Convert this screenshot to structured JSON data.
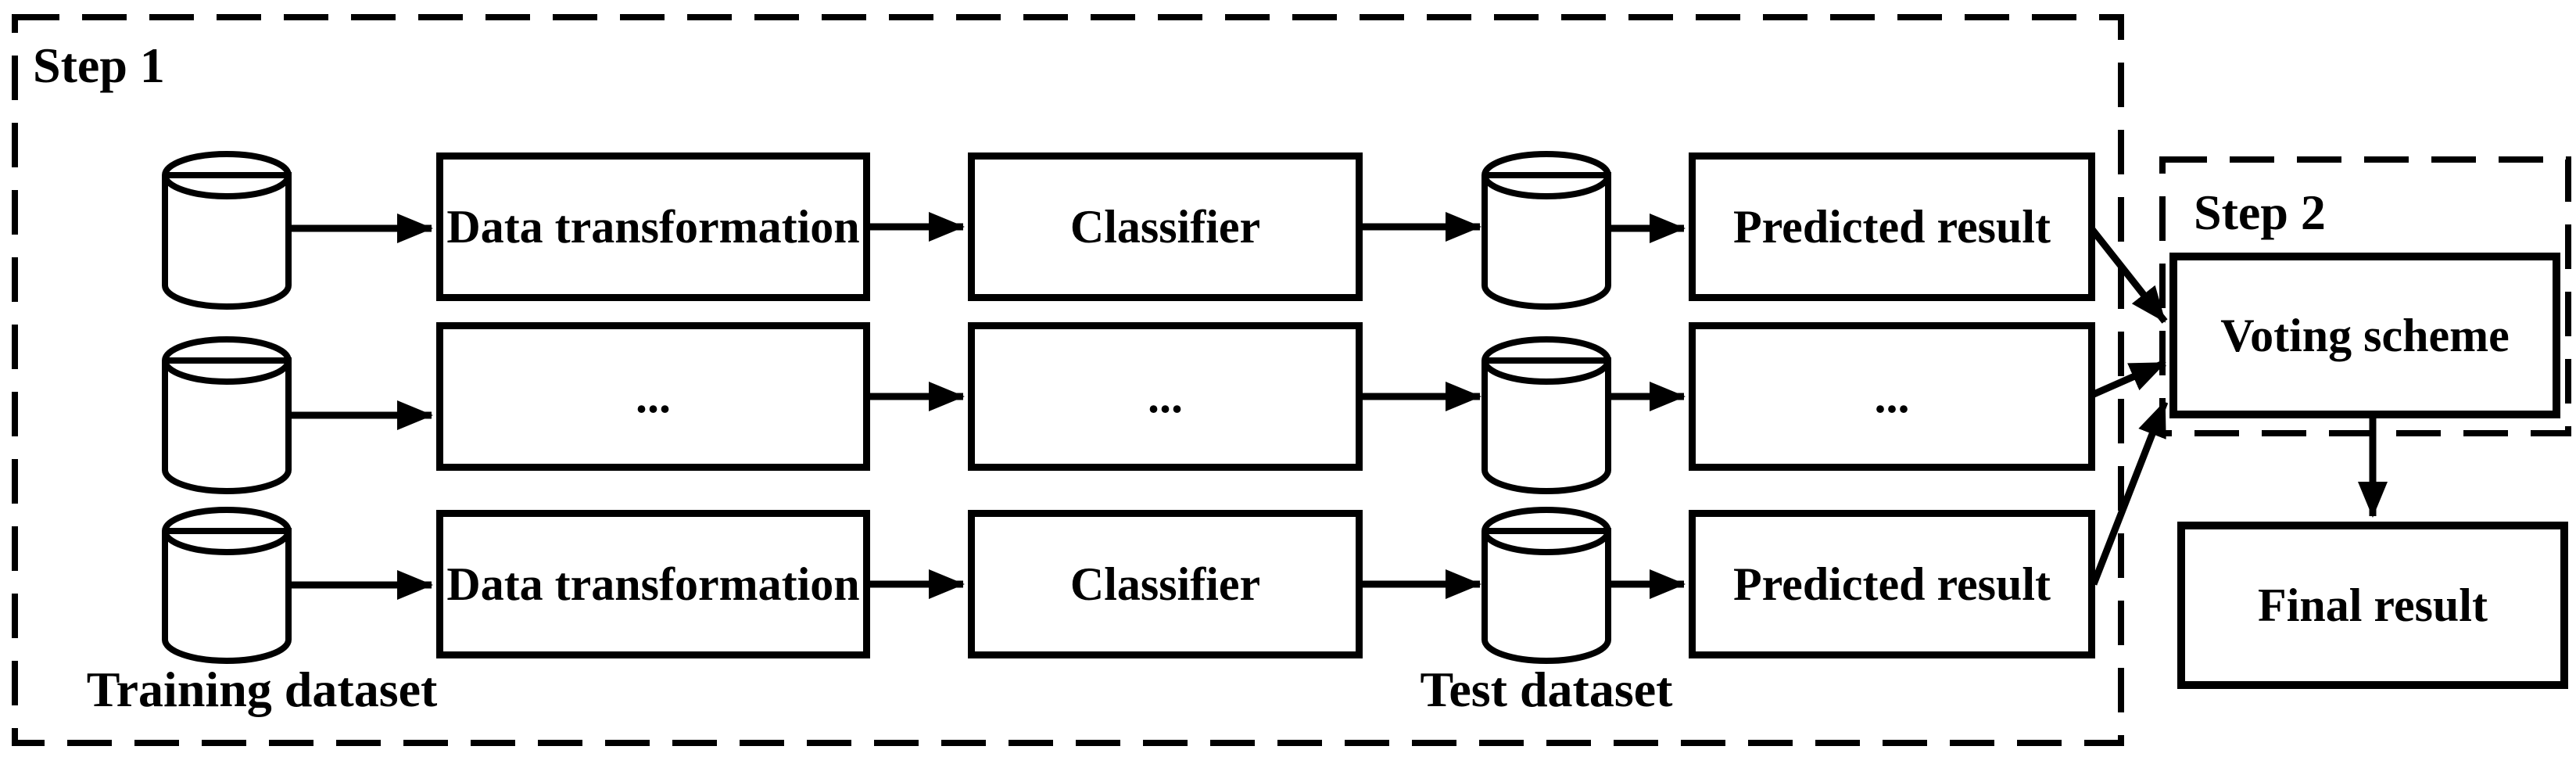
{
  "diagram": {
    "step1": {
      "label": "Step 1"
    },
    "step2": {
      "label": "Step 2"
    },
    "rows": [
      {
        "transformation": "Data transformation",
        "classifier": "Classifier",
        "predicted": "Predicted result"
      },
      {
        "transformation": "...",
        "classifier": "...",
        "predicted": "..."
      },
      {
        "transformation": "Data transformation",
        "classifier": "Classifier",
        "predicted": "Predicted result"
      }
    ],
    "labels": {
      "training": "Training dataset",
      "test": "Test dataset"
    },
    "voting": {
      "label": "Voting scheme"
    },
    "final": {
      "label": "Final result"
    },
    "colors": {
      "stroke": "#000000",
      "background": "#ffffff"
    }
  }
}
